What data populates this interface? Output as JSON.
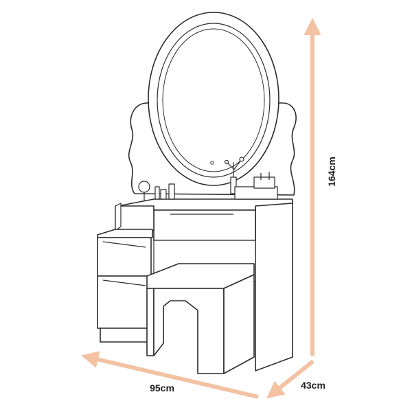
{
  "dimensions": {
    "height": "164cm",
    "width": "95cm",
    "depth": "43cm"
  },
  "colors": {
    "line": "#2b2b2b",
    "arrow": "#f2c2a2",
    "background": "#ffffff"
  }
}
